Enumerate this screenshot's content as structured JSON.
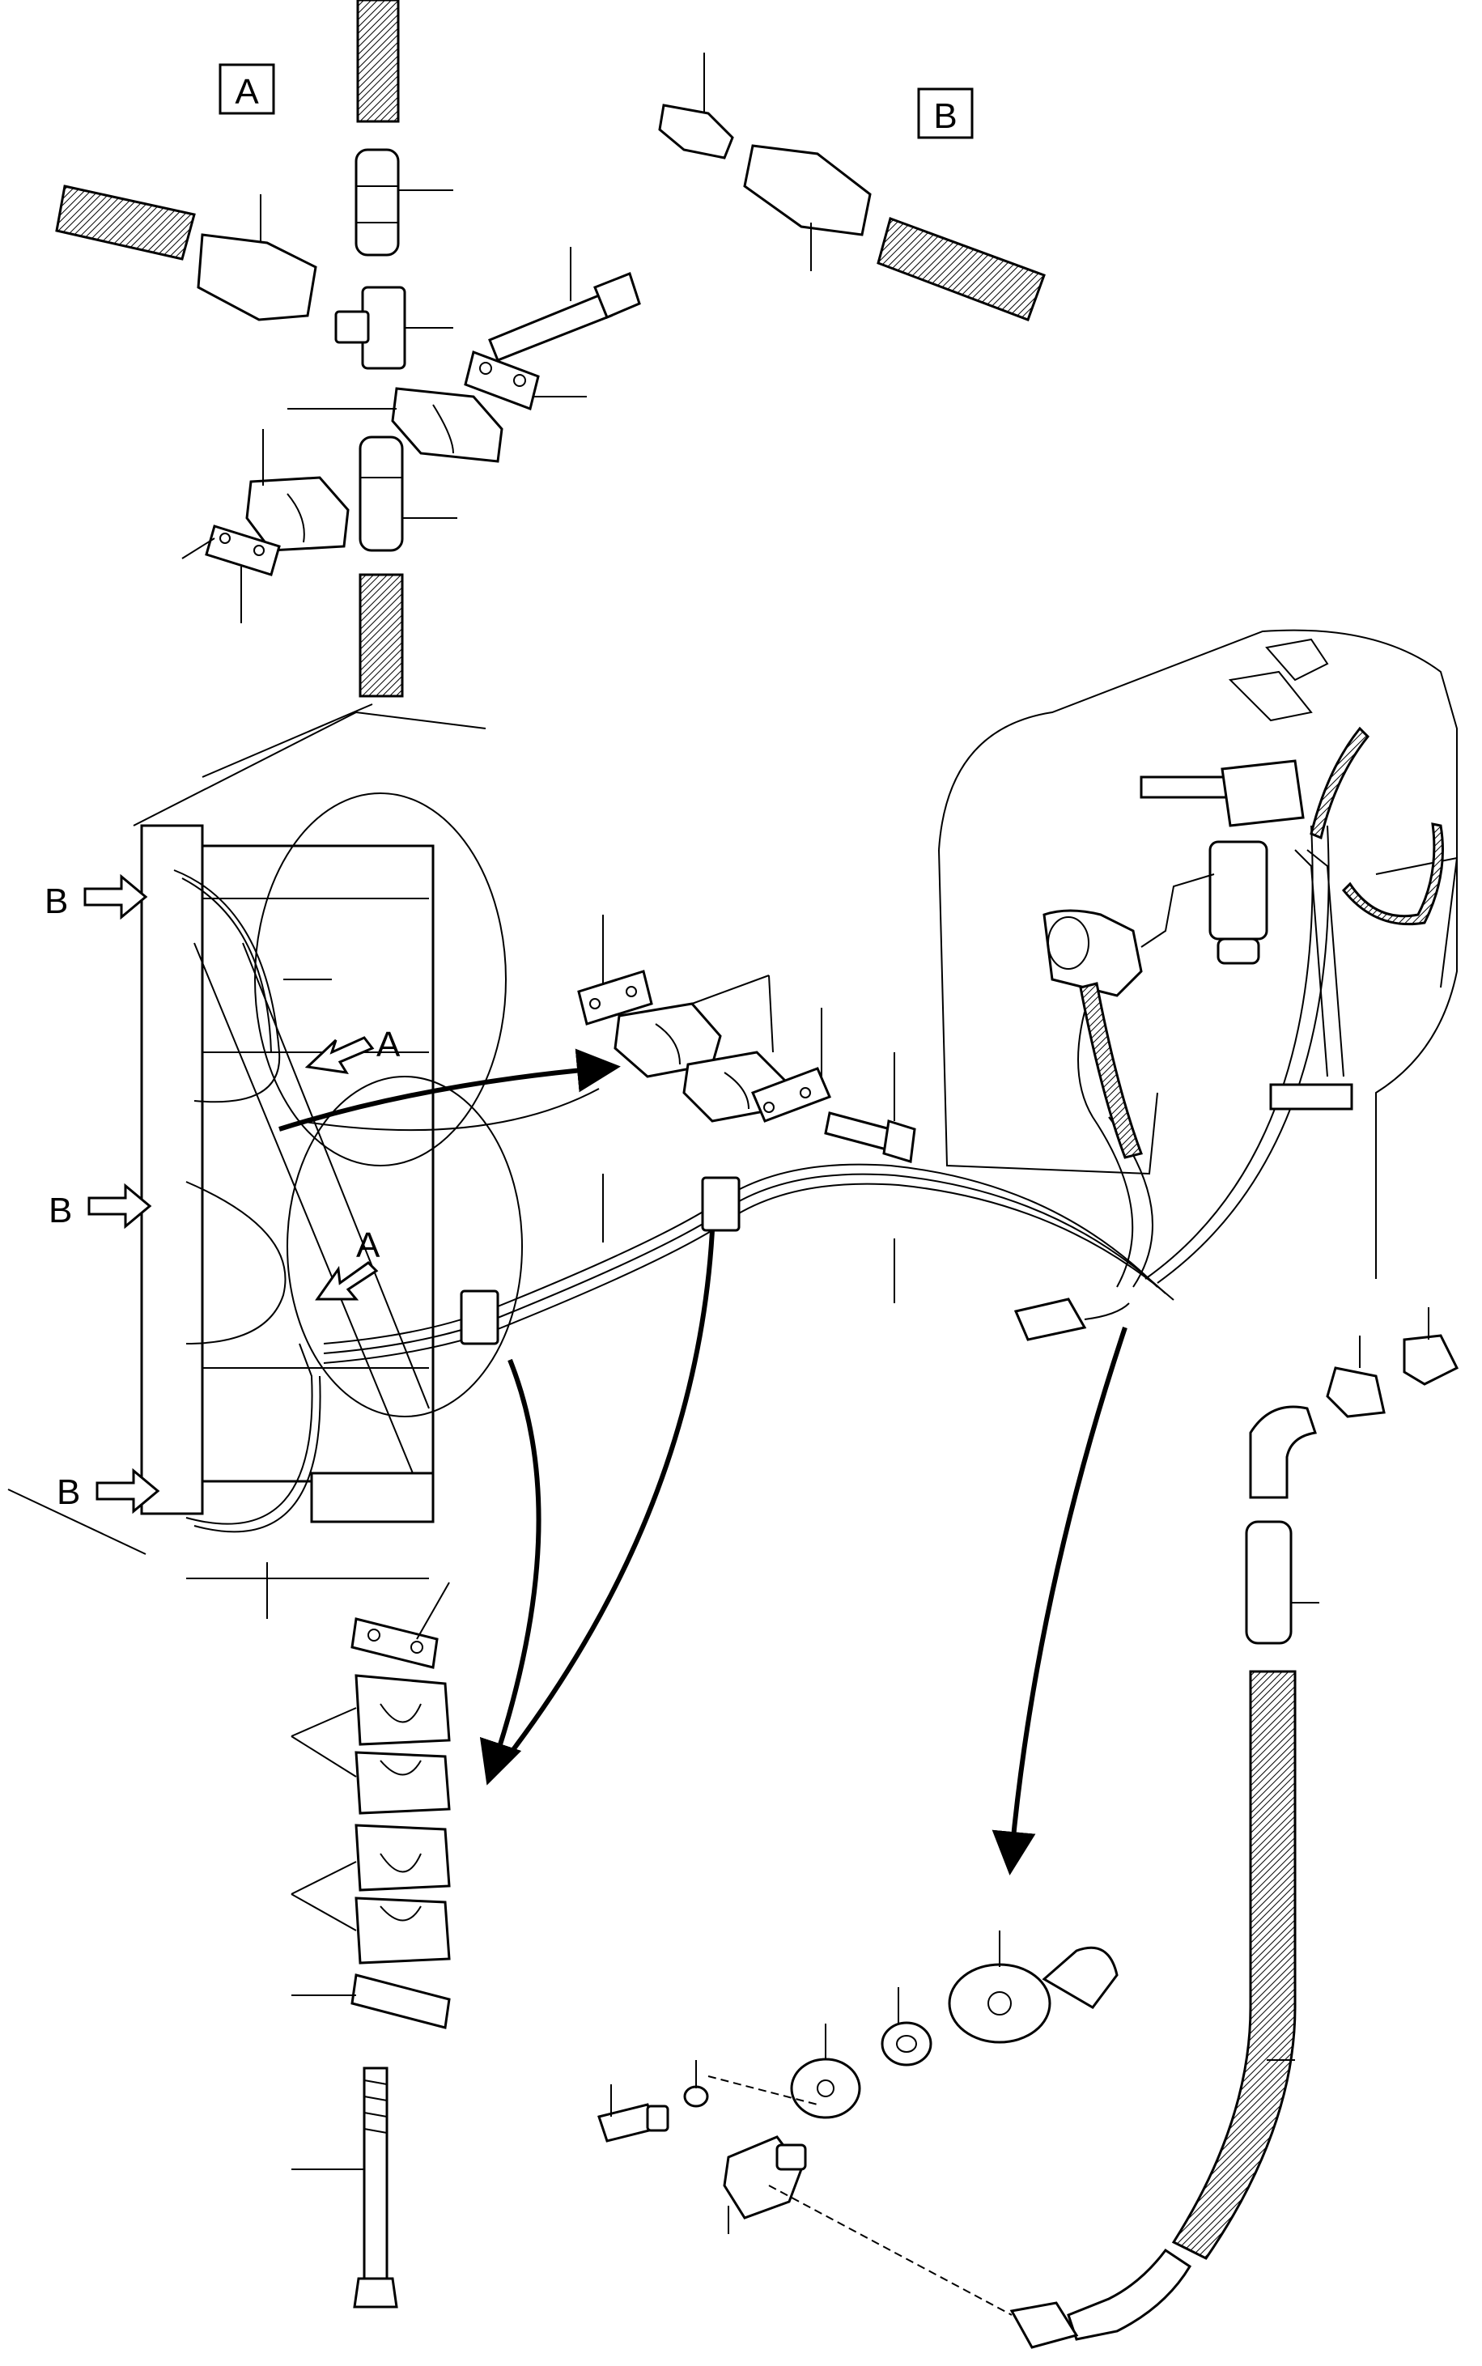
{
  "labels": {
    "box_a": "A",
    "box_b": "B",
    "callout_a": "A",
    "callout_b": "B"
  },
  "colors": {
    "line": "#000000",
    "background": "#ffffff"
  },
  "icons": {
    "detail_view_marker": "hollow-arrow",
    "explode_arrow": "solid-arrowhead"
  }
}
